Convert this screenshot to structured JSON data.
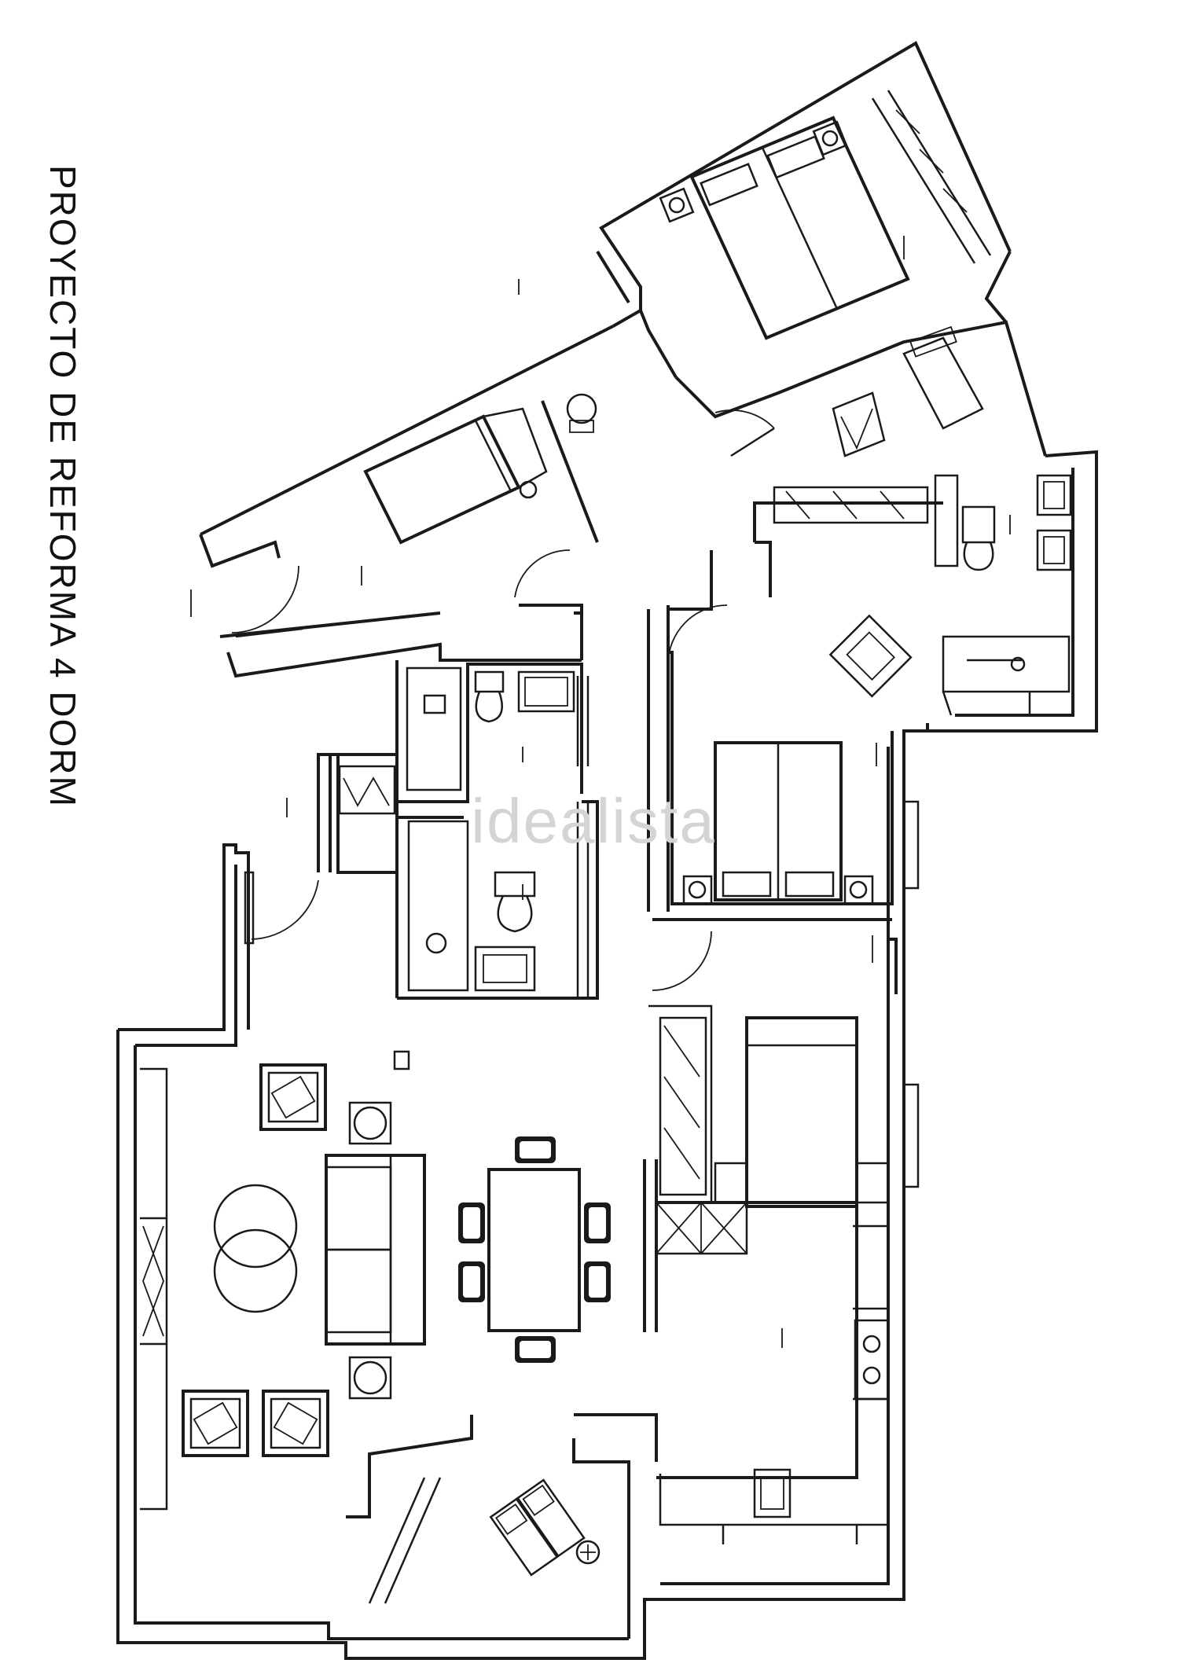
{
  "title": "PROYECTO DE REFORMA 4 DORM",
  "watermark": "idealista",
  "rooms": [
    {
      "id": "dormitorio-principal",
      "label": ""
    },
    {
      "id": "dormitorio-2",
      "label": ""
    },
    {
      "id": "dormitorio-3",
      "label": ""
    },
    {
      "id": "dormitorio-4",
      "label": ""
    },
    {
      "id": "bano-1",
      "label": ""
    },
    {
      "id": "bano-2",
      "label": ""
    },
    {
      "id": "bano-suite",
      "label": ""
    },
    {
      "id": "cocina",
      "label": ""
    },
    {
      "id": "salon-comedor",
      "label": ""
    },
    {
      "id": "terraza",
      "label": ""
    }
  ],
  "colors": {
    "line": "#1a1a1a",
    "background": "#ffffff",
    "watermark": "#d4d4d4"
  }
}
